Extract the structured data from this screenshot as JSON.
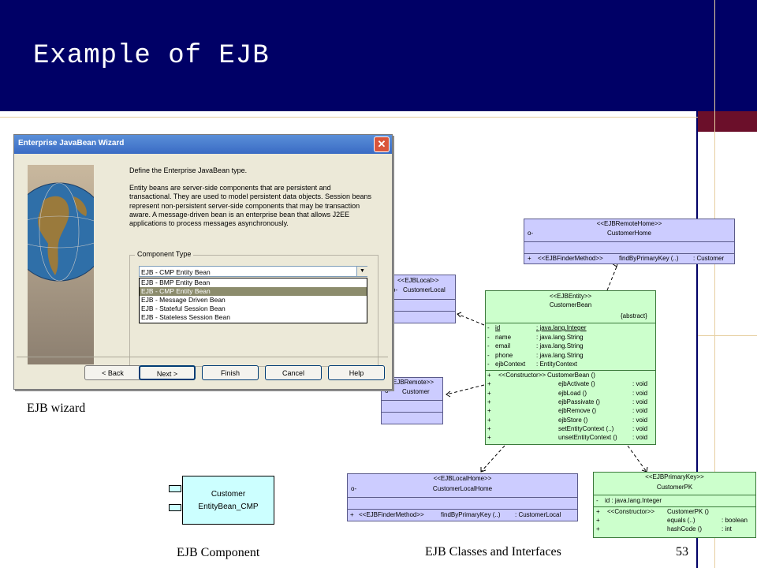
{
  "slide": {
    "title": "Example of EJB",
    "caption_wizard": "EJB wizard",
    "caption_component": "EJB Component",
    "caption_classes": "EJB Classes and Interfaces",
    "page_number": "53"
  },
  "wizard": {
    "title": "Enterprise JavaBean Wizard",
    "close": "✕",
    "heading": "Define the Enterprise JavaBean type.",
    "description": "Entity beans are server-side components that are persistent and transactional. They are used to model persistent data objects.  Session beans represent non-persistent server-side components that may be transaction aware. A message-driven bean is an enterprise bean that allows J2EE applications to process messages asynchronously.",
    "component_type_label": "Component Type",
    "selected": "EJB - CMP Entity Bean",
    "options": [
      "EJB - BMP Entity Bean",
      "EJB - CMP Entity Bean",
      "EJB - Message Driven Bean",
      "EJB - Stateful Session Bean",
      "EJB - Stateless Session Bean"
    ],
    "buttons": {
      "back": "< Back",
      "next": "Next >",
      "finish": "Finish",
      "cancel": "Cancel",
      "help": "Help"
    }
  },
  "component": {
    "line1": "Customer",
    "line2": "EntityBean_CMP"
  },
  "uml": {
    "remote_home": {
      "stereotype": "<<EJBRemoteHome>>",
      "name": "CustomerHome",
      "op_vis": "+",
      "op_stereo": "<<EJBFinderMethod>>",
      "op_sig": "findByPrimaryKey (..)",
      "op_ret": ": Customer"
    },
    "local": {
      "stereotype": "<<EJBLocal>>",
      "name": "CustomerLocal"
    },
    "remote": {
      "stereotype": "EJBRemote>>",
      "name": "Customer"
    },
    "entity": {
      "stereotype": "<<EJBEntity>>",
      "name": "CustomerBean",
      "modifier": "{abstract}",
      "attributes": [
        {
          "vis": "-",
          "name": "id",
          "type": ": java.lang.Integer"
        },
        {
          "vis": "-",
          "name": "name",
          "type": ": java.lang.String"
        },
        {
          "vis": "-",
          "name": "email",
          "type": ": java.lang.String"
        },
        {
          "vis": "-",
          "name": "phone",
          "type": ": java.lang.String"
        },
        {
          "vis": "-",
          "name": "ejbContext",
          "type": ": EntityContext"
        }
      ],
      "ctor_stereo": "<<Constructor>>",
      "operations": [
        {
          "vis": "+",
          "name": "CustomerBean ()",
          "ret": ""
        },
        {
          "vis": "+",
          "name": "ejbActivate ()",
          "ret": ": void"
        },
        {
          "vis": "+",
          "name": "ejbLoad ()",
          "ret": ": void"
        },
        {
          "vis": "+",
          "name": "ejbPassivate ()",
          "ret": ": void"
        },
        {
          "vis": "+",
          "name": "ejbRemove ()",
          "ret": ": void"
        },
        {
          "vis": "+",
          "name": "ejbStore ()",
          "ret": ": void"
        },
        {
          "vis": "+",
          "name": "setEntityContext (..)",
          "ret": ": void"
        },
        {
          "vis": "+",
          "name": "unsetEntityContext ()",
          "ret": ": void"
        }
      ]
    },
    "local_home": {
      "stereotype": "<<EJBLocalHome>>",
      "name": "CustomerLocalHome",
      "op_vis": "+",
      "op_stereo": "<<EJBFinderMethod>>",
      "op_sig": "findByPrimaryKey (..)",
      "op_ret": ": CustomerLocal"
    },
    "primary_key": {
      "stereotype": "<<EJBPrimaryKey>>",
      "name": "CustomerPK",
      "attr_vis": "-",
      "attr": "id   : java.lang.Integer",
      "ctor_stereo": "<<Constructor>>",
      "operations": [
        {
          "vis": "+",
          "name": "CustomerPK ()",
          "ret": ""
        },
        {
          "vis": "+",
          "name": "equals (..)",
          "ret": ": boolean"
        },
        {
          "vis": "+",
          "name": "hashCode ()",
          "ret": ": int"
        }
      ]
    }
  }
}
